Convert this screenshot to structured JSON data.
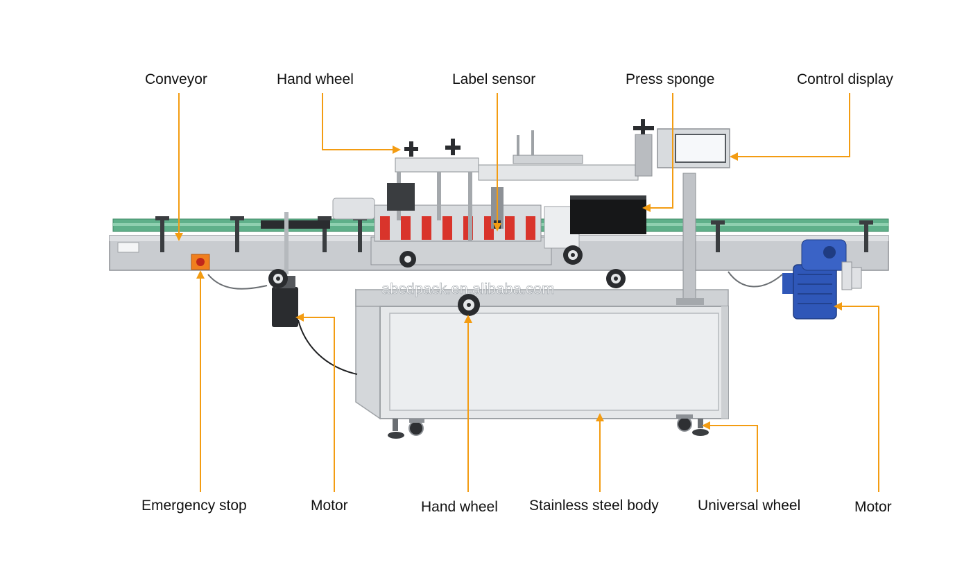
{
  "labels": {
    "conveyor": "Conveyor",
    "hand_wheel_top": "Hand wheel",
    "label_sensor": "Label sensor",
    "press_sponge": "Press sponge",
    "control_display": "Control display",
    "emergency_stop": "Emergency stop",
    "motor_left": "Motor",
    "hand_wheel_bottom": "Hand wheel",
    "stainless_steel_body": "Stainless steel body",
    "universal_wheel": "Universal wheel",
    "motor_right": "Motor"
  },
  "watermark": "abcdpack.en.alibaba.com",
  "colors": {
    "leader": "#f39c12",
    "frame": "#c9ccd0",
    "frame_dark": "#8d9196",
    "belt": "#5fb08a",
    "body": "#e4e6e8",
    "motor_blue": "#2f57b8",
    "stop_orange": "#f07f1e"
  }
}
